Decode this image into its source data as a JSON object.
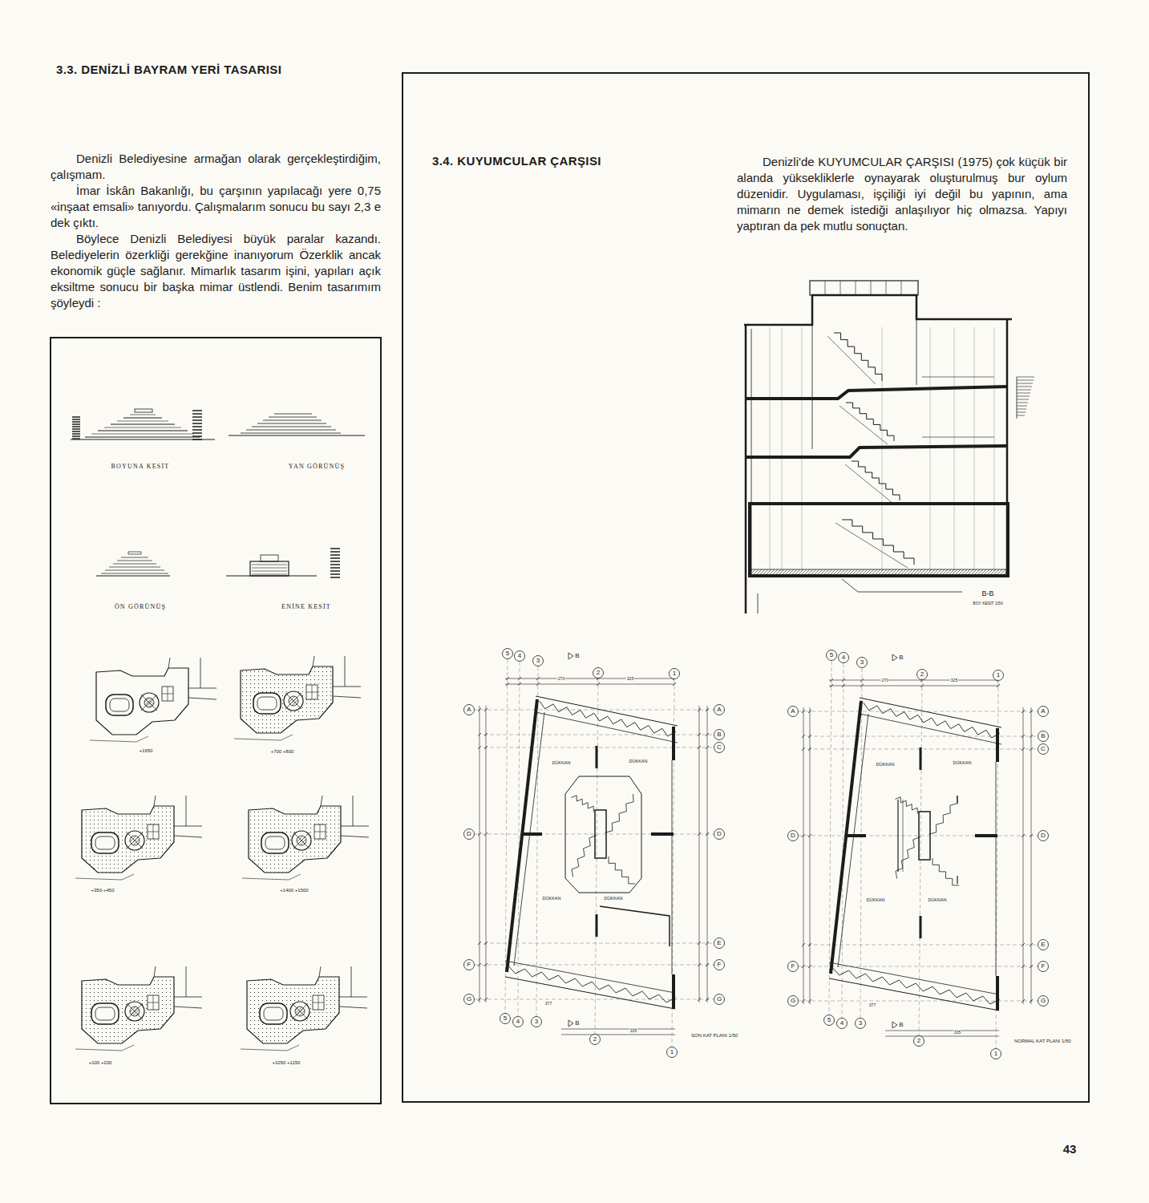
{
  "diagram": {
    "title": "3.3. DENİZLİ BAYRAM YERİ TASARISI",
    "nodes": [
      {
        "text": [
          "3.4. KUYUMCULAR ÇARŞISI",
          "Denizli'de KUYUMCULAR ÇARŞISI (1975) çok küçük bir alanda yüksekliklerle oynayarak oluşturulmuş bur oylum düzenidir. Uygulaması, işçiliği iyi değil bu yapının, ama mimarın ne demek istediği anlaşılıyor hiç olmazsa. Yapıyı yaptıran da pek mutlu sonuçtan."
        ]
      }
    ],
    "labels": [
      "Denizli Belediyesine armağan olarak gerçekleştirdiğim, çalışmam.",
      "İmar İskân Bakanlığı, bu çarşının yapılacağı yere 0,75 «inşaat emsali» tanıyordu. Çalışmalarım sonucu bu sayı 2,3 e dek çıktı.",
      "Böylece Denizli Belediyesi büyük paralar kazandı. Belediyelerin özerkliği gerekğine inanıyorum Özerklik ancak ekonomik güçle sağlanır. Mimarlık tasarım işini, yapıları açık eksiltme sonucu bir başka mimar üstlendi. Benim tasarımım şöyleydi :",
      "BOYUNA KESİT",
      "YAN GÖRÜNÜŞ",
      "ÖN GÖRÜNÜŞ",
      "ENİNE KESİT",
      "+1650",
      "+700 +800",
      "+350-+450",
      "+1400 +1500",
      "+100 +200",
      "+1050 +1150",
      "B-B",
      "BOY KESİT 1/50",
      "5",
      "4",
      "3",
      "2",
      "1",
      "B",
      "A",
      "D",
      "F",
      "G",
      "A",
      "B",
      "C",
      "D",
      "E",
      "F",
      "G",
      "5",
      "4",
      "3",
      "2",
      "1",
      "B",
      "DÜKKAN",
      "DÜKKAN",
      "DÜKKAN",
      "DÜKKAN",
      "270",
      "325",
      "377",
      "335",
      "SON KAT PLANI 1/50",
      "5",
      "4",
      "3",
      "2",
      "1",
      "B",
      "A",
      "D",
      "F",
      "G",
      "A",
      "B",
      "C",
      "D",
      "E",
      "F",
      "G",
      "5",
      "4",
      "3",
      "2",
      "1",
      "B",
      "DÜKKAN",
      "DÜKKAN",
      "DÜKKAN",
      "DÜKKAN",
      "270",
      "325",
      "377",
      "335",
      "NORMAL KAT PLANI 1/50",
      "43"
    ]
  }
}
